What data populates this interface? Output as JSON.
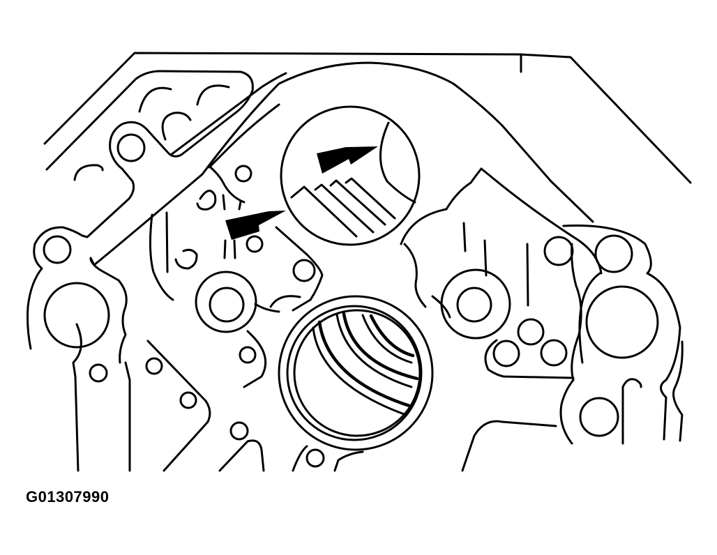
{
  "figure": {
    "id": "G01307990",
    "description": "Line drawing of transmission/engine case face with gasket passages; two black arrows indicate an area inside a circular detail view",
    "line_color": "#000000",
    "background_color": "#ffffff"
  },
  "annotations": {
    "arrows": [
      {
        "name": "arrow-left",
        "points_to": "detail circle edge"
      },
      {
        "name": "arrow-detail",
        "points_to": "curved edge inside detail circle"
      }
    ]
  }
}
